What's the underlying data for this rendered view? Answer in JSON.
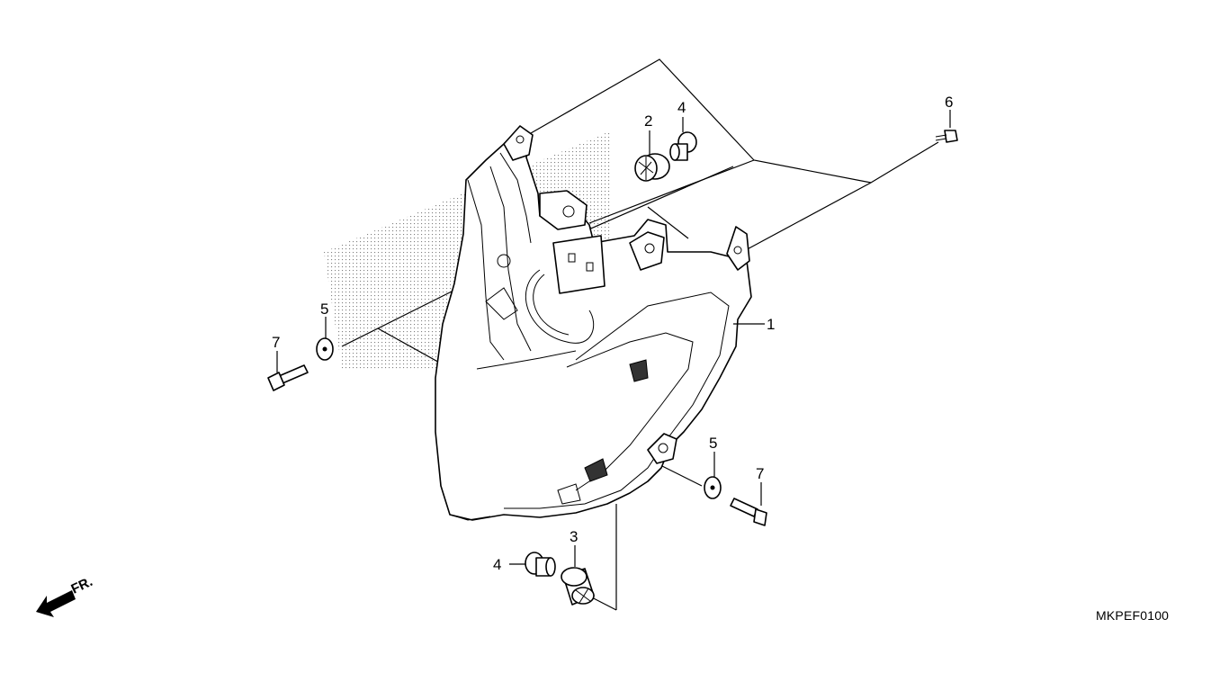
{
  "diagram": {
    "callouts": [
      {
        "id": "c1",
        "text": "1"
      },
      {
        "id": "c2",
        "text": "2"
      },
      {
        "id": "c3",
        "text": "3"
      },
      {
        "id": "c4a",
        "text": "4"
      },
      {
        "id": "c4b",
        "text": "4"
      },
      {
        "id": "c5a",
        "text": "5"
      },
      {
        "id": "c5b",
        "text": "5"
      },
      {
        "id": "c6",
        "text": "6"
      },
      {
        "id": "c7a",
        "text": "7"
      },
      {
        "id": "c7b",
        "text": "7"
      }
    ],
    "direction_label": "FR.",
    "diagram_code": "MKPEF0100"
  }
}
